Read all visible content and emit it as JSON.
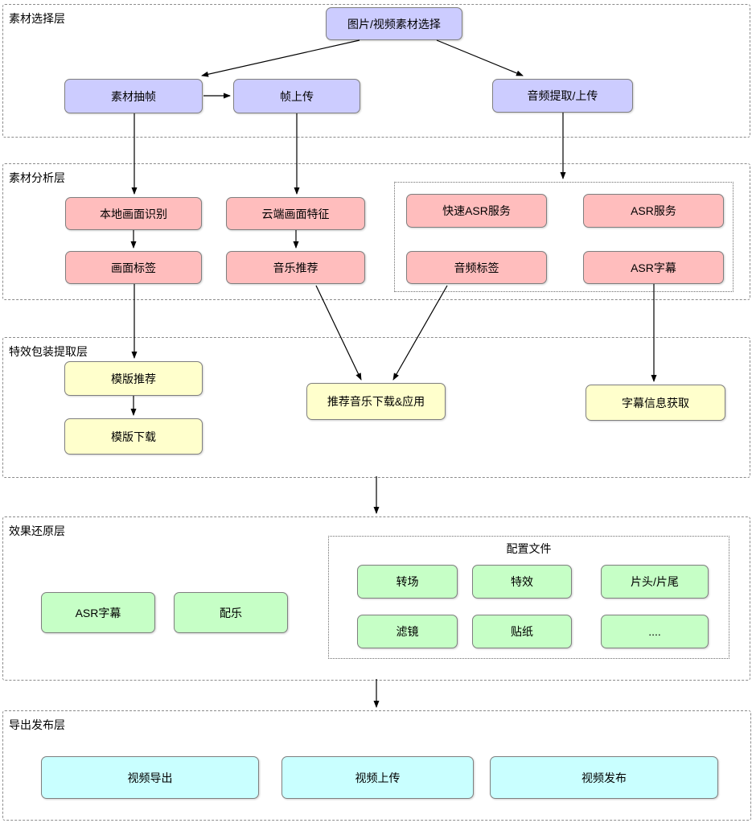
{
  "layers": {
    "selection": {
      "label": "素材选择层"
    },
    "analysis": {
      "label": "素材分析层"
    },
    "effect_extract": {
      "label": "特效包装提取层"
    },
    "effect_restore": {
      "label": "效果还原层"
    },
    "export_publish": {
      "label": "导出发布层"
    }
  },
  "nodes": {
    "media_select": "图片/视频素材选择",
    "frame_extract": "素材抽帧",
    "frame_upload": "帧上传",
    "audio_extract_upload": "音频提取/上传",
    "local_recognition": "本地画面识别",
    "cloud_features": "云端画面特征",
    "fast_asr": "快速ASR服务",
    "asr_service": "ASR服务",
    "frame_tags": "画面标签",
    "music_recommend": "音乐推荐",
    "audio_tags": "音频标签",
    "asr_subtitle": "ASR字幕",
    "template_recommend": "模版推荐",
    "template_download": "模版下载",
    "music_download_apply": "推荐音乐下载&应用",
    "subtitle_fetch": "字幕信息获取",
    "asr_subtitle_restore": "ASR字幕",
    "bgm": "配乐",
    "config_files_label": "配置文件",
    "transition": "转场",
    "effects": "特效",
    "intro_outro": "片头/片尾",
    "filter": "滤镜",
    "sticker": "贴纸",
    "more": "....",
    "video_export": "视频导出",
    "video_upload": "视频上传",
    "video_publish": "视频发布"
  },
  "colors": {
    "selection_node": "#ccccff",
    "analysis_node": "#ffbdbd",
    "extract_node": "#ffffcc",
    "restore_node": "#c6ffc6",
    "export_node": "#c9ffff",
    "node_border": "#7f7f7f",
    "layer_border": "#8c8c8c",
    "arrow": "#000000",
    "background": "#ffffff"
  }
}
